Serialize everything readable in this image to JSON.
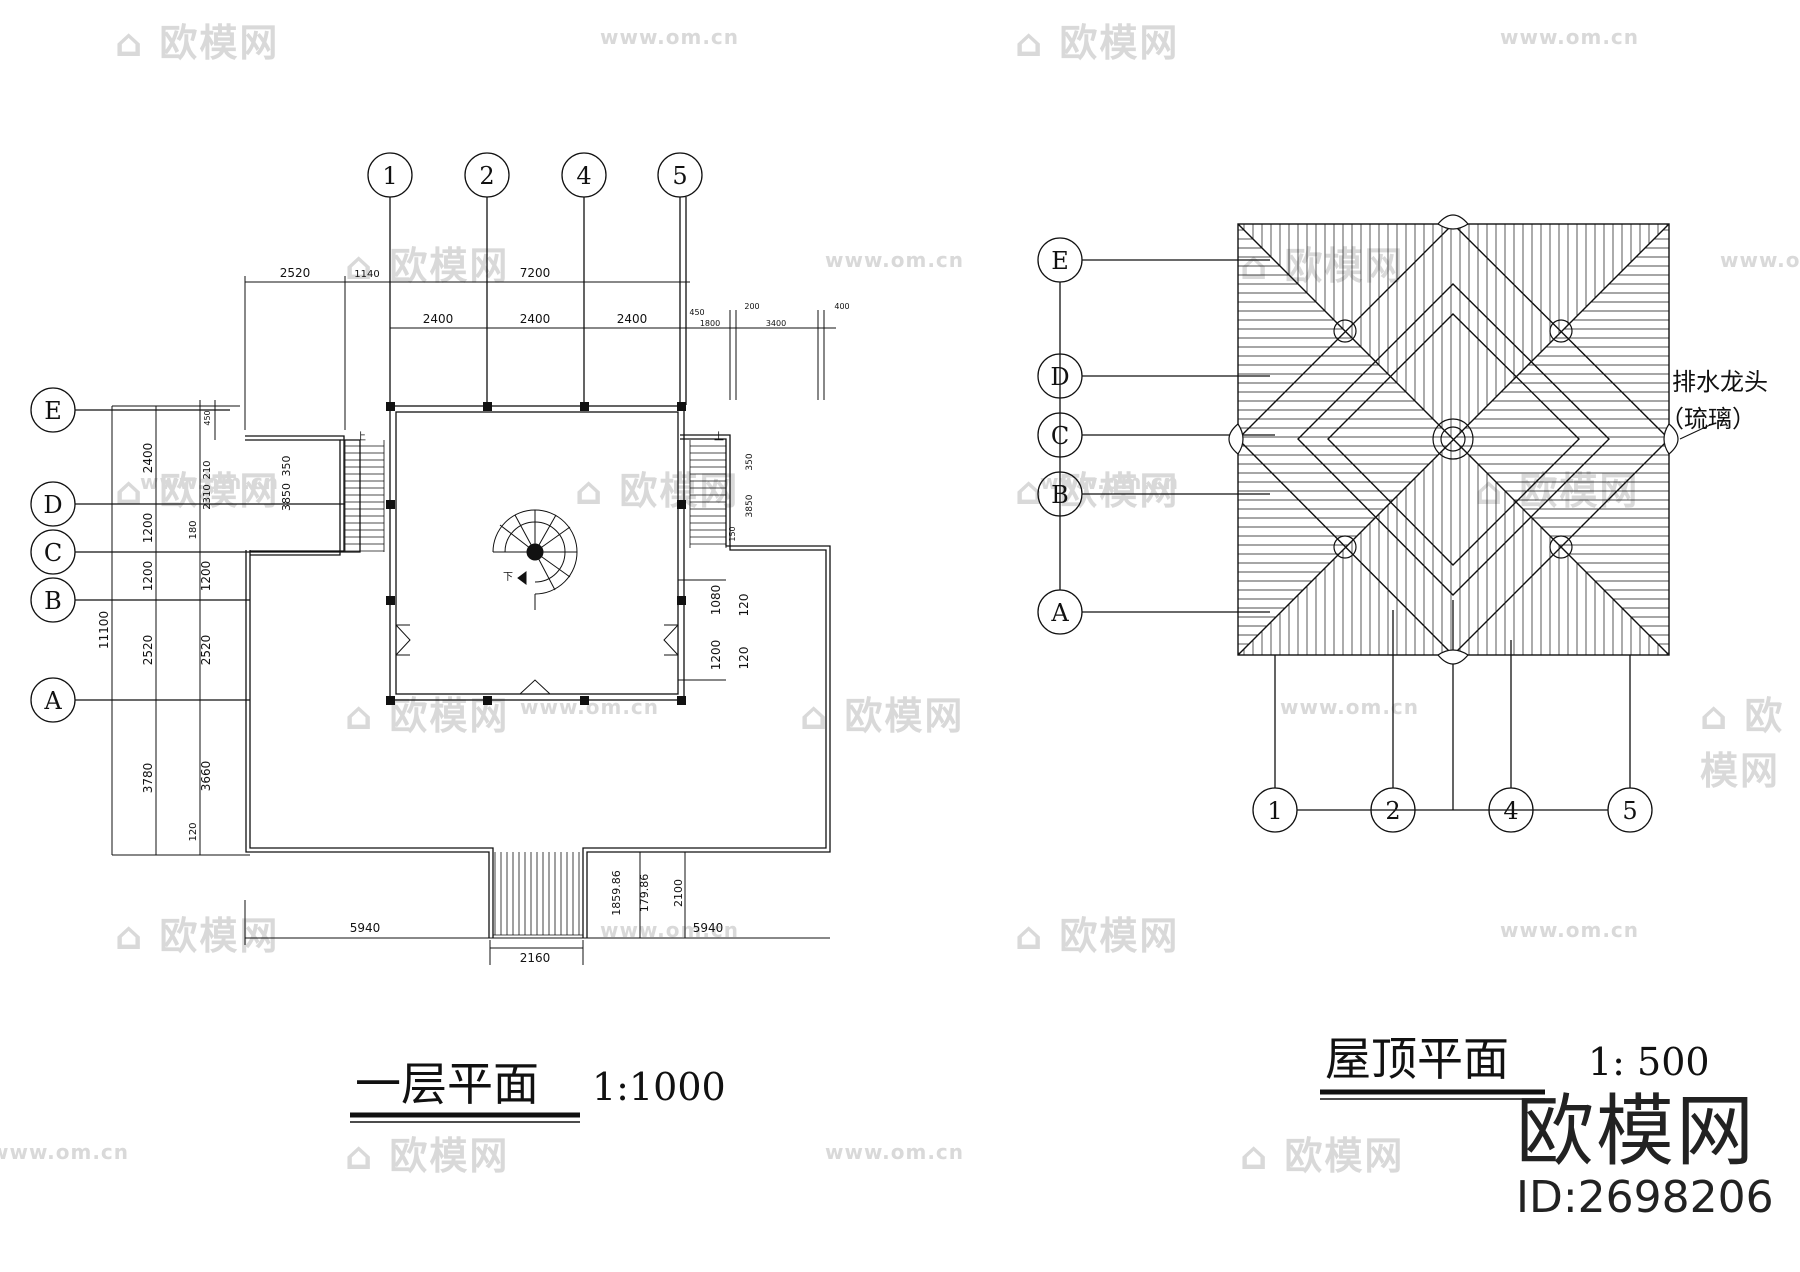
{
  "watermarks": {
    "logo": "欧模网",
    "url": "www.om.cn",
    "url_short": "om.cn"
  },
  "plan1": {
    "title": "一层平面",
    "scale": "1:1000",
    "axes_top": [
      "1",
      "2",
      "4",
      "5"
    ],
    "axes_left": [
      "E",
      "D",
      "C",
      "B",
      "A"
    ],
    "dims_top1": [
      "2520",
      "1140",
      "7200"
    ],
    "dims_top2": [
      "2400",
      "2400",
      "2400",
      "450",
      "200",
      "1800",
      "3400",
      "400"
    ],
    "dims_left_outer": [
      "2400",
      "1200",
      "1200",
      "2520",
      "3780",
      "11100"
    ],
    "dims_left_inner": [
      "450",
      "210",
      "2310",
      "180",
      "1200",
      "2520",
      "3660",
      "120"
    ],
    "dims_stair_left": [
      "3850",
      "350"
    ],
    "dims_stair_right": [
      "350",
      "3850",
      "150"
    ],
    "dims_right": [
      "1080",
      "120",
      "1200",
      "120"
    ],
    "dims_bottom": [
      "5940",
      "5940",
      "2160"
    ],
    "dims_bottom_stair": [
      "1859.86",
      "179.86",
      "2100"
    ],
    "stair_up": "上",
    "stair_down": "下"
  },
  "plan2": {
    "title": "屋顶平面",
    "scale": "1: 500",
    "axes_left": [
      "E",
      "D",
      "C",
      "B",
      "A"
    ],
    "axes_bottom": [
      "1",
      "2",
      "4",
      "5"
    ],
    "note_line1": "排水龙头",
    "note_line2": "（琉璃）"
  },
  "brand": {
    "name": "欧模网",
    "id": "ID:2698206"
  }
}
